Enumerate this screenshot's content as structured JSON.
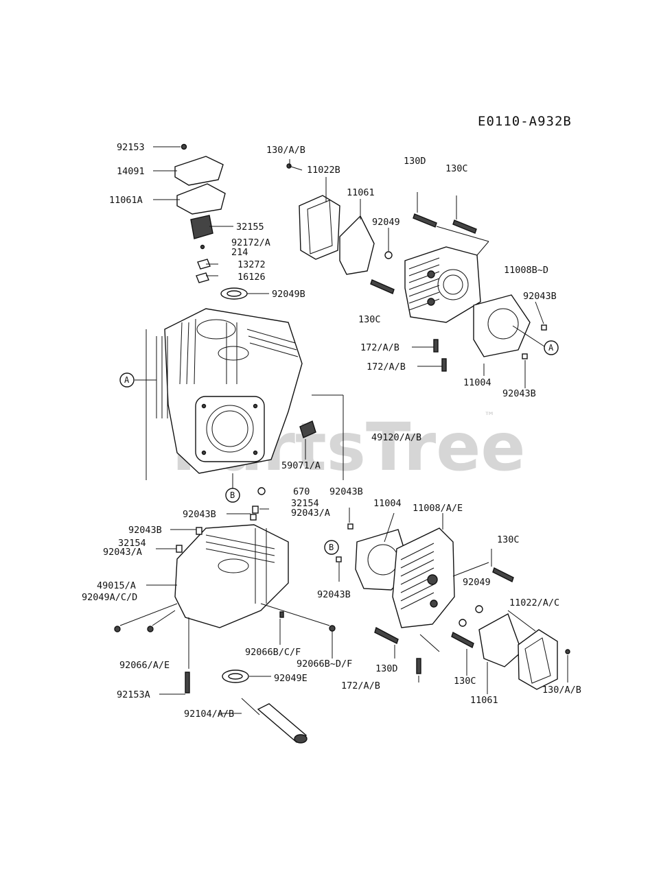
{
  "diagram_code": "E0110-A932B",
  "watermark": "PartsTree",
  "trademark": "™",
  "ref_markers": [
    "A",
    "B"
  ],
  "labels": {
    "l92153": "92153",
    "l14091": "14091",
    "l11061A": "11061A",
    "l32155": "32155",
    "l92172A": "92172/A",
    "l214": "214",
    "l13272": "13272",
    "l16126": "16126",
    "l92049B": "92049B",
    "l130AB_top": "130/A/B",
    "l11022B": "11022B",
    "l11061_top": "11061",
    "l130D_top": "130D",
    "l130C_top": "130C",
    "l92049_top": "92049",
    "l11008BD": "11008B~D",
    "l92043B_r1": "92043B",
    "l130C_mid": "130C",
    "l172AB_1": "172/A/B",
    "l172AB_2": "172/A/B",
    "l11004_top": "11004",
    "l92043B_r2": "92043B",
    "l49120AB": "49120/A/B",
    "l59071A": "59071/A",
    "l670": "670",
    "l32154_a": "32154",
    "l92043A_a": "92043/A",
    "l92043B_c": "92043B",
    "l92043B_mid": "92043B",
    "l11004_bot": "11004",
    "l11008AE": "11008/A/E",
    "l92043B_l": "92043B",
    "l32154_b": "32154",
    "l92043A_b": "92043/A",
    "l130C_bot1": "130C",
    "l49015A": "49015/A",
    "l92049ACD": "92049A/C/D",
    "l92043B_bot": "92043B",
    "l92049_bot": "92049",
    "l11022AC": "11022/A/C",
    "l92066AE": "92066/A/E",
    "l92066BCF": "92066B/C/F",
    "l92066BDF": "92066B~D/F",
    "l130D_bot": "130D",
    "l92049E": "92049E",
    "l172AB_bot": "172/A/B",
    "l130C_bot2": "130C",
    "l130AB_bot": "130/A/B",
    "l92153A": "92153A",
    "l11061_bot": "11061",
    "l92104AB": "92104/A/B"
  }
}
